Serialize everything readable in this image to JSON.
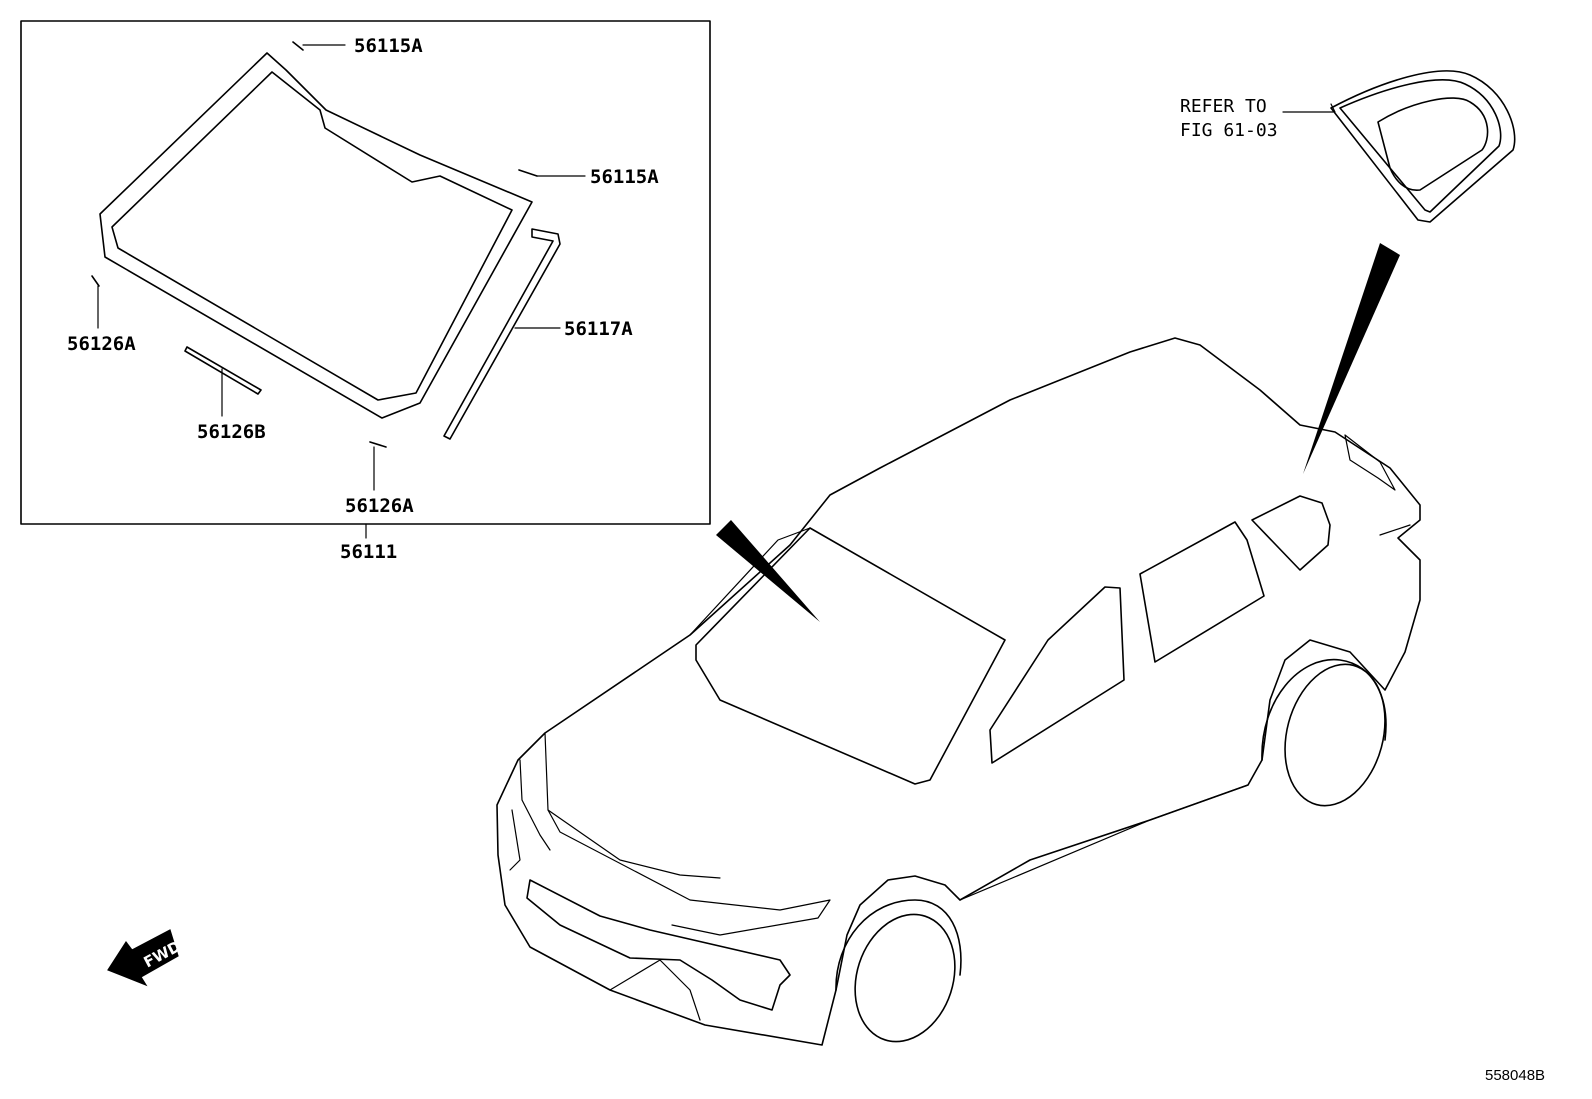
{
  "inset": {
    "callouts": {
      "top_clip": "56115A",
      "right_clip": "56115A",
      "left_spacer": "56126A",
      "lower_strip": "56126B",
      "bottom_spacer": "56126A",
      "side_molding": "56117A"
    },
    "assembly_number": "56111"
  },
  "reference_note": {
    "line1": "REFER TO",
    "line2": "FIG 61-03"
  },
  "fwd_arrow": {
    "label": "FWD",
    "icon": "fwd-arrow-icon"
  },
  "illustration_id": "558048B",
  "colors": {
    "line": "#000000",
    "background": "#ffffff"
  }
}
